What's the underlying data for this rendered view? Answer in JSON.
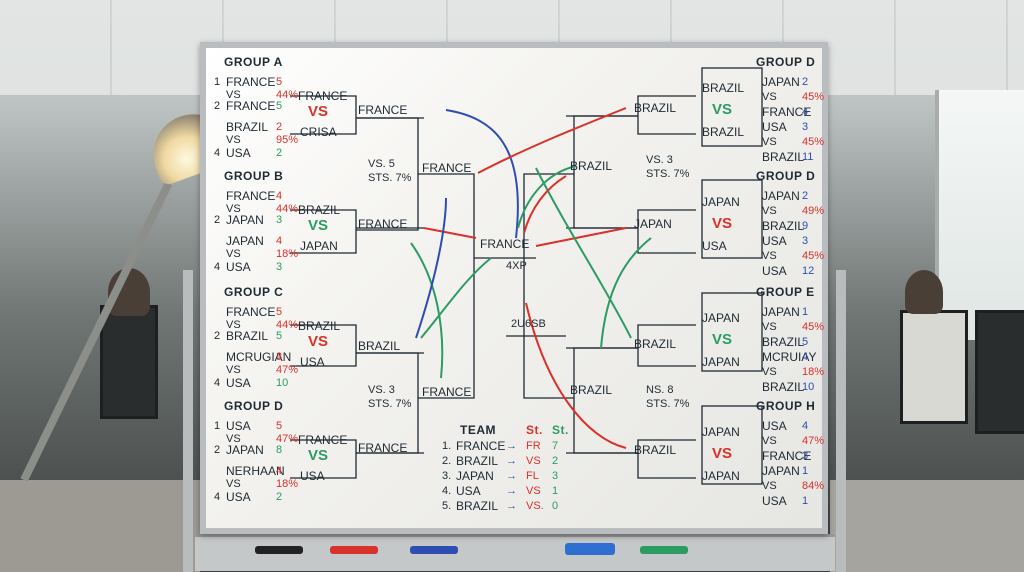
{
  "board": {
    "groups": [
      {
        "title": "GROUP A",
        "rows": [
          {
            "rank": "1",
            "team": "FRANCE",
            "score": "5"
          },
          {
            "rank": "",
            "team": "VS",
            "score": "44%"
          },
          {
            "rank": "2",
            "team": "FRANCE",
            "score": "5"
          },
          {
            "rank": "",
            "team": "BRAZIL",
            "score": "2"
          },
          {
            "rank": "",
            "team": "VS",
            "score": "95%"
          },
          {
            "rank": "4",
            "team": "USA",
            "score": "2"
          }
        ],
        "match": {
          "top": "FRANCE",
          "vs": "VS",
          "bottom": "CRISA"
        }
      },
      {
        "title": "GROUP B",
        "rows": [
          {
            "rank": "",
            "team": "FRANCE",
            "score": "4"
          },
          {
            "rank": "",
            "team": "VS",
            "score": "44%"
          },
          {
            "rank": "2",
            "team": "JAPAN",
            "score": "3"
          },
          {
            "rank": "",
            "team": "JAPAN",
            "score": "4"
          },
          {
            "rank": "",
            "team": "VS",
            "score": "18%"
          },
          {
            "rank": "4",
            "team": "USA",
            "score": "3"
          }
        ],
        "match": {
          "top": "BRAZIL",
          "vs": "VS",
          "bottom": "JAPAN"
        }
      },
      {
        "title": "GROUP C",
        "rows": [
          {
            "rank": "",
            "team": "FRANCE",
            "score": "5"
          },
          {
            "rank": "",
            "team": "VS",
            "score": "44%"
          },
          {
            "rank": "2",
            "team": "BRAZIL",
            "score": "5"
          },
          {
            "rank": "",
            "team": "MCRUGIAN",
            "score": "3"
          },
          {
            "rank": "",
            "team": "VS",
            "score": "47%"
          },
          {
            "rank": "4",
            "team": "USA",
            "score": "10"
          }
        ],
        "match": {
          "top": "BRAZIL",
          "vs": "VS",
          "bottom": "USA"
        }
      },
      {
        "title": "GROUP D",
        "rows": [
          {
            "rank": "1",
            "team": "USA",
            "score": "5"
          },
          {
            "rank": "",
            "team": "VS",
            "score": "47%"
          },
          {
            "rank": "2",
            "team": "JAPAN",
            "score": "8"
          },
          {
            "rank": "",
            "team": "NERHAAN",
            "score": "4"
          },
          {
            "rank": "",
            "team": "VS",
            "score": "18%"
          },
          {
            "rank": "4",
            "team": "USA",
            "score": "2"
          }
        ],
        "match": {
          "top": "FRANCE",
          "vs": "VS",
          "bottom": "USA"
        }
      }
    ],
    "right_groups": [
      {
        "title": "GROUP D",
        "rows": [
          {
            "team": "JAPAN",
            "score": "2"
          },
          {
            "team": "VS",
            "score": "45%"
          },
          {
            "team": "FRANCE",
            "score": "4"
          },
          {
            "team": "USA",
            "score": "3"
          },
          {
            "team": "VS",
            "score": "45%"
          },
          {
            "team": "BRAZIL",
            "score": "11"
          }
        ],
        "match": {
          "top": "BRAZIL",
          "vs": "VS",
          "bottom": "BRAZIL"
        }
      },
      {
        "title": "GROUP D",
        "rows": [
          {
            "team": "JAPAN",
            "score": "2"
          },
          {
            "team": "VS",
            "score": "49%"
          },
          {
            "team": "BRAZIL",
            "score": "9"
          },
          {
            "team": "USA",
            "score": "3"
          },
          {
            "team": "VS",
            "score": "45%"
          },
          {
            "team": "USA",
            "score": "12"
          }
        ],
        "match": {
          "top": "JAPAN",
          "vs": "VS",
          "bottom": "USA"
        }
      },
      {
        "title": "GROUP E",
        "rows": [
          {
            "team": "JAPAN",
            "score": "1"
          },
          {
            "team": "VS",
            "score": "45%"
          },
          {
            "team": "BRAZIL",
            "score": "5"
          },
          {
            "team": "MCRUIAY",
            "score": "4"
          },
          {
            "team": "VS",
            "score": "18%"
          },
          {
            "team": "BRAZIL",
            "score": "10"
          }
        ],
        "match": {
          "top": "JAPAN",
          "vs": "VS",
          "bottom": "JAPAN"
        }
      },
      {
        "title": "GROUP H",
        "rows": [
          {
            "team": "USA",
            "score": "4"
          },
          {
            "team": "VS",
            "score": "47%"
          },
          {
            "team": "FRANCE",
            "score": "3"
          },
          {
            "team": "JAPAN",
            "score": "1"
          },
          {
            "team": "VS",
            "score": "84%"
          },
          {
            "team": "USA",
            "score": "1"
          }
        ],
        "match": {
          "top": "JAPAN",
          "vs": "VS",
          "bottom": "JAPAN"
        }
      }
    ],
    "left_semis": [
      {
        "top": "FRANCE",
        "bottom": "FRANCE",
        "note1": "VS. 5",
        "note2": "STS. 7%",
        "winner": "FRANCE"
      },
      {
        "top": "BRAZIL",
        "bottom": "FRANCE",
        "note1": "VS. 3",
        "note2": "STS. 7%",
        "winner": "FRANCE"
      }
    ],
    "right_semis": [
      {
        "top": "BRAZIL",
        "bottom": "JAPAN",
        "note1": "VS. 3",
        "note2": "STS. 7%",
        "winner": "BRAZIL"
      },
      {
        "top": "BRAZIL",
        "bottom": "BRAZIL",
        "note1": "NS. 8",
        "note2": "STS. 7%",
        "winner": "BRAZIL"
      }
    ],
    "final": {
      "winner": "FRANCE",
      "sub": "4XP",
      "mark": "2U6SB"
    },
    "table": {
      "headers": [
        "TEAM",
        "St.",
        "St."
      ],
      "rows": [
        {
          "n": "1.",
          "team": "FRANCE",
          "a": "FR",
          "b": "7"
        },
        {
          "n": "2.",
          "team": "BRAZIL",
          "a": "VS",
          "b": "2"
        },
        {
          "n": "3.",
          "team": "JAPAN",
          "a": "FL",
          "b": "3"
        },
        {
          "n": "4.",
          "team": "USA",
          "a": "VS",
          "b": "1"
        },
        {
          "n": "5.",
          "team": "BRAZIL",
          "a": "VS.",
          "b": "0"
        }
      ]
    },
    "colors": {
      "red": "#d9312b",
      "green": "#2d9c63",
      "blue": "#2d4eb0",
      "ink": "#1f2a33"
    }
  }
}
